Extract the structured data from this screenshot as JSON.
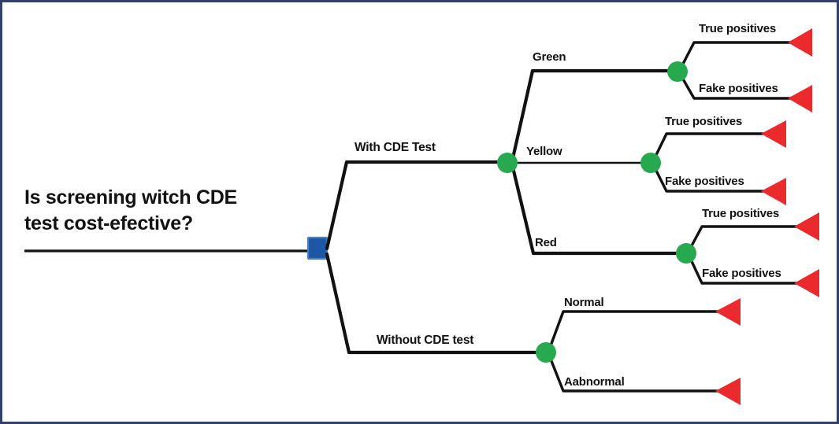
{
  "diagram": {
    "title": "Is screening witch CDE\ntest cost-efective?",
    "type": "decision-tree",
    "colors": {
      "decision_node": "#1d57a5",
      "decision_node_border": "#4a7fc1",
      "chance_node": "#27a94f",
      "terminal_node": "#eb2a2e",
      "line": "#111111",
      "frame": "#33406b",
      "background": "#ffffff",
      "text": "#111111"
    },
    "root": {
      "label": "Is screening witch CDE\ntest cost-efective?",
      "node_type": "decision-square"
    },
    "branches": [
      {
        "id": "with-cde-test",
        "label": "With CDE Test",
        "node_type": "chance-circle",
        "children": [
          {
            "id": "green",
            "label": "Green",
            "node_type": "chance-circle",
            "children": [
              {
                "id": "green-true-positives",
                "label": "True positives",
                "node_type": "terminal-triangle"
              },
              {
                "id": "green-fake-positives",
                "label": "Fake positives",
                "node_type": "terminal-triangle"
              }
            ]
          },
          {
            "id": "yellow",
            "label": "Yellow",
            "node_type": "chance-circle",
            "children": [
              {
                "id": "yellow-true-positives",
                "label": "True positives",
                "node_type": "terminal-triangle"
              },
              {
                "id": "yellow-fake-positives",
                "label": "Fake positives",
                "node_type": "terminal-triangle"
              }
            ]
          },
          {
            "id": "red",
            "label": "Red",
            "node_type": "chance-circle",
            "children": [
              {
                "id": "red-true-positives",
                "label": "True positives",
                "node_type": "terminal-triangle"
              },
              {
                "id": "red-fake-positives",
                "label": "Fake positives",
                "node_type": "terminal-triangle"
              }
            ]
          }
        ]
      },
      {
        "id": "without-cde-test",
        "label": "Without CDE test",
        "node_type": "chance-circle",
        "children": [
          {
            "id": "normal",
            "label": "Normal",
            "node_type": "terminal-triangle"
          },
          {
            "id": "aabnormal",
            "label": "Aabnormal",
            "node_type": "terminal-triangle"
          }
        ]
      }
    ],
    "labels": {
      "with_cde_test": "With CDE Test",
      "without_cde_test": "Without CDE test",
      "green": "Green",
      "yellow": "Yellow",
      "red": "Red",
      "green_true_positives": "True positives",
      "green_fake_positives": "Fake positives",
      "yellow_true_positives": "True positives",
      "yellow_fake_positives": "Fake positives",
      "red_true_positives": "True positives",
      "red_fake_positives": "Fake positives",
      "normal": "Normal",
      "aabnormal": "Aabnormal"
    }
  }
}
